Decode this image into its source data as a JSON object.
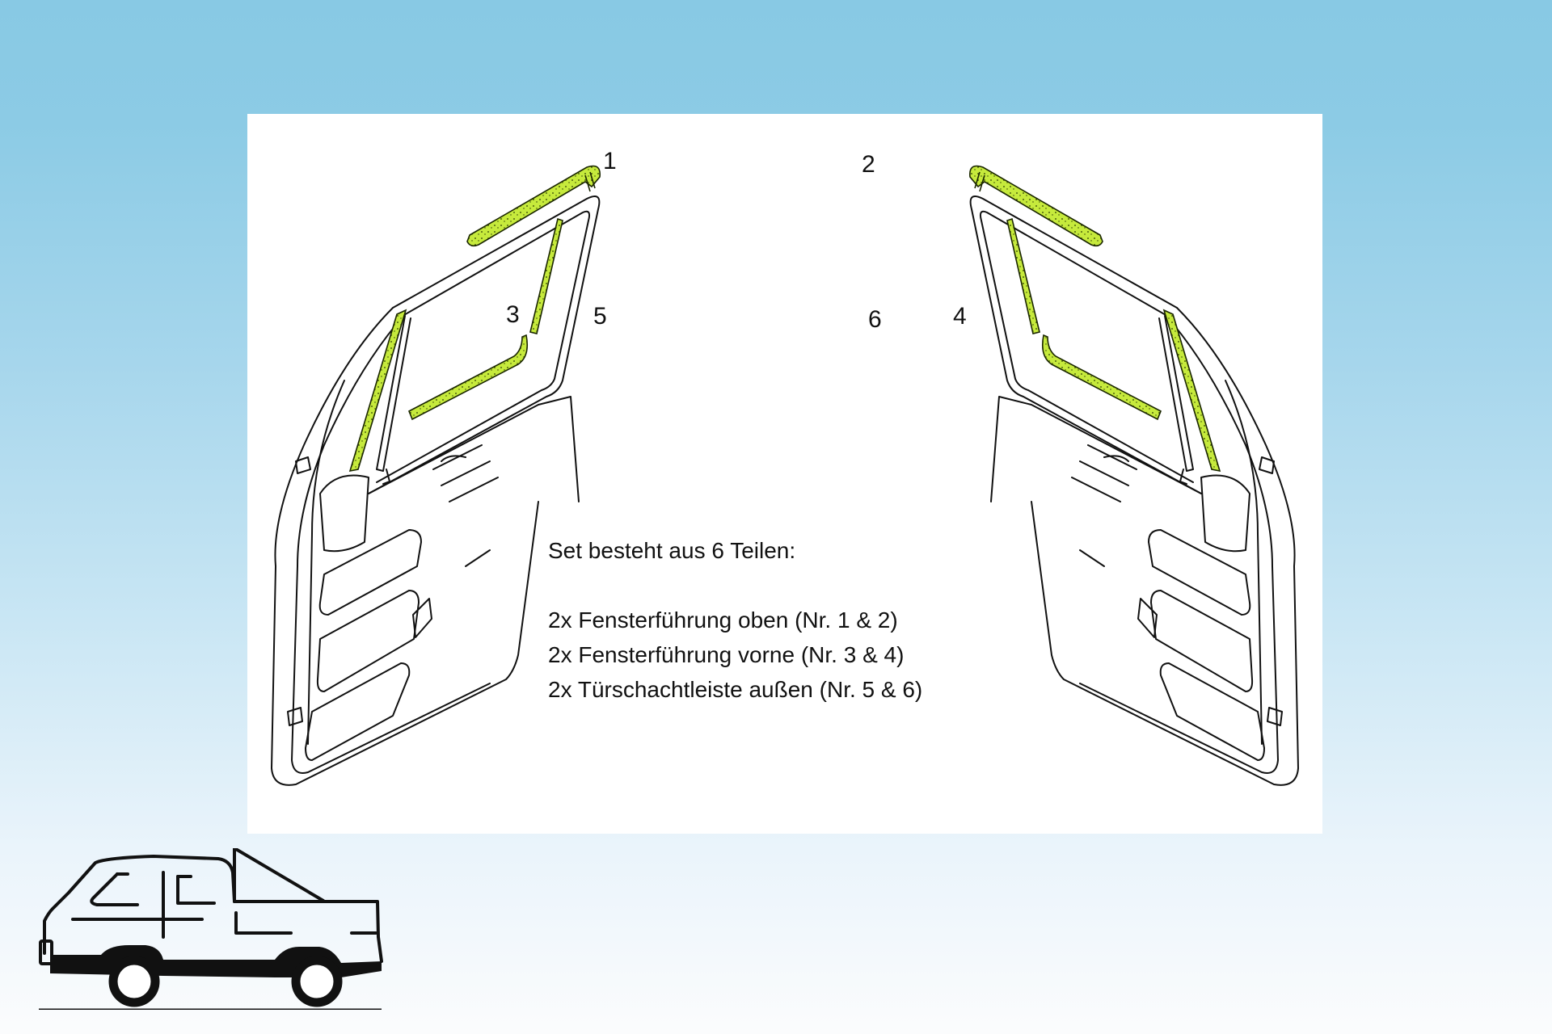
{
  "diagram": {
    "type": "parts-diagram",
    "subject": "Door window seal set (left and right doors)",
    "colors": {
      "background_top": "#88c9e4",
      "background_bottom": "#fbfcfd",
      "panel": "#ffffff",
      "highlight_part": "#c6ea3c",
      "line": "#111111"
    },
    "callouts": [
      {
        "number": "1",
        "side": "left",
        "part": "Fensterführung oben"
      },
      {
        "number": "2",
        "side": "right",
        "part": "Fensterführung oben"
      },
      {
        "number": "3",
        "side": "left",
        "part": "Fensterführung vorne"
      },
      {
        "number": "4",
        "side": "right",
        "part": "Fensterführung vorne"
      },
      {
        "number": "5",
        "side": "left",
        "part": "Türschachtleiste außen"
      },
      {
        "number": "6",
        "side": "right",
        "part": "Türschachtleiste außen"
      }
    ],
    "info": {
      "heading": "Set besteht aus 6 Teilen:",
      "lines": [
        "2x Fensterführung oben (Nr. 1 & 2)",
        "2x Fensterführung vorne (Nr. 3 & 4)",
        "2x Türschachtleiste außen (Nr. 5 & 6)"
      ]
    },
    "vehicle_icon": "pickup-truck-double-cab-icon"
  }
}
